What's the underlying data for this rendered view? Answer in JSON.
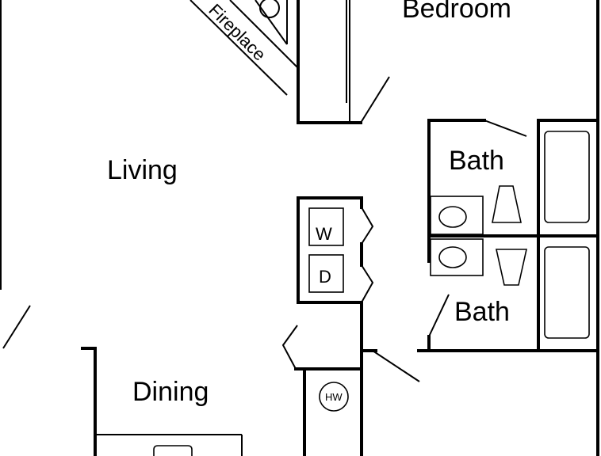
{
  "rooms": {
    "bedroom": "Bedroom",
    "living": "Living",
    "bath_upper": "Bath",
    "bath_lower": "Bath",
    "dining": "Dining"
  },
  "fixtures": {
    "fireplace": "Fireplace",
    "washer": "W",
    "dryer": "D",
    "water_heater": "HW"
  }
}
